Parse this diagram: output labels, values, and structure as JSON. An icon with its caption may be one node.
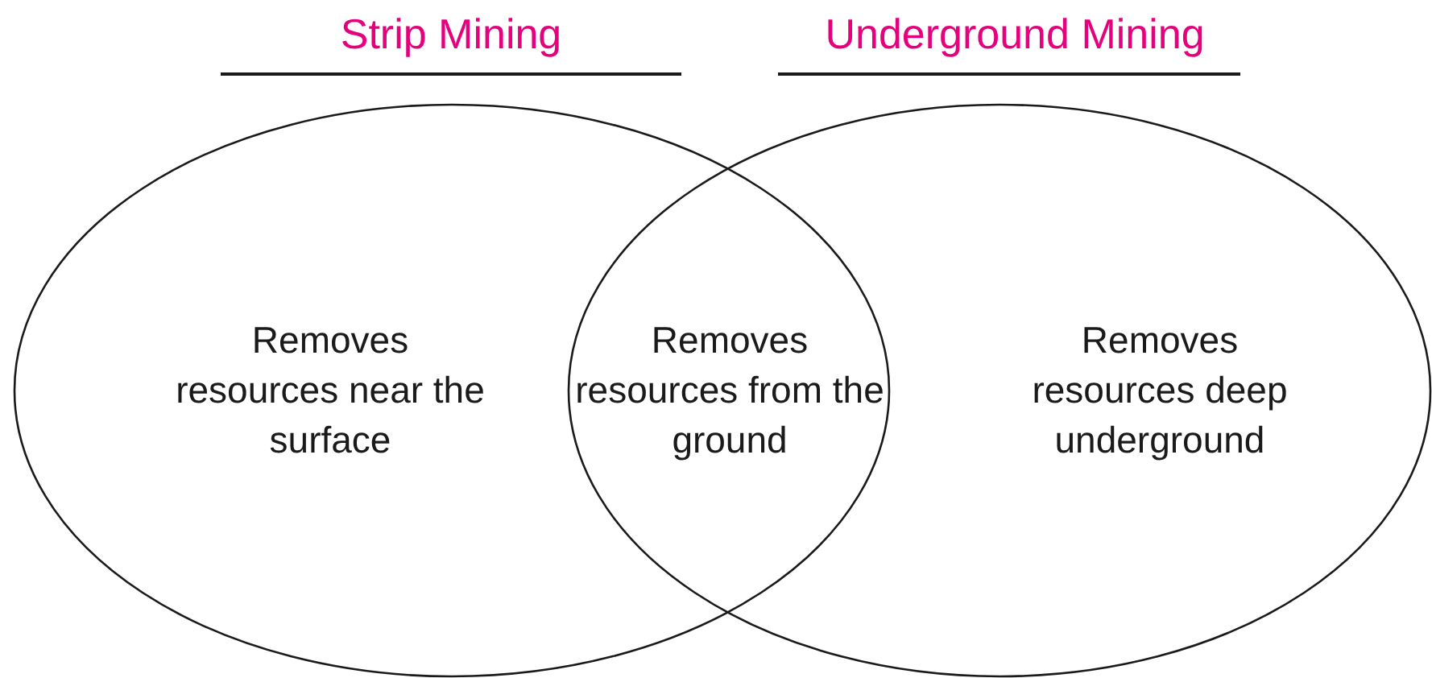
{
  "diagram": {
    "nodes": [
      {
        "text": [
          "Strip Mining",
          "Removes resources near the surface"
        ]
      },
      {
        "text": [
          "Underground Mining",
          "Removes resources deep underground"
        ]
      }
    ],
    "labels": [
      "Removes resources from the ground"
    ]
  }
}
